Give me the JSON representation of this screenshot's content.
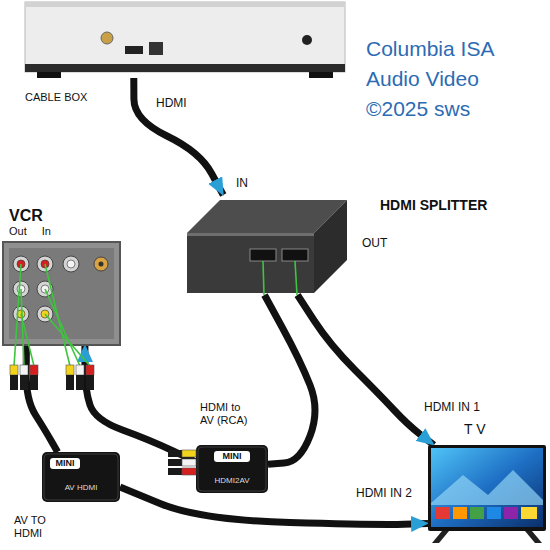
{
  "diagram": {
    "nodes": [
      {
        "text": [
          "CABLE BOX"
        ]
      },
      {
        "text": [
          "HDMI SPLITTER"
        ]
      },
      {
        "text": [
          "VCR",
          "Out In"
        ]
      },
      {
        "text": [
          "HDMI to AV (RCA)",
          "MINI",
          "HDMI2AV"
        ]
      },
      {
        "text": [
          "AV TO HDMI",
          "MINI",
          "AV HDMI"
        ]
      },
      {
        "text": [
          "T V"
        ]
      }
    ],
    "edges": [
      {
        "from": 0,
        "to": 1,
        "arrow": "to",
        "label": "HDMI"
      },
      {
        "from": 1,
        "to": 5,
        "arrow": "to",
        "label": "HDMI IN 1"
      },
      {
        "from": 1,
        "to": 3,
        "arrow": "none"
      },
      {
        "from": 3,
        "to": 2,
        "arrow": "to"
      },
      {
        "from": 2,
        "to": 4,
        "arrow": "none"
      },
      {
        "from": 4,
        "to": 5,
        "arrow": "to",
        "label": "HDMI IN 2"
      }
    ],
    "labels": [
      "Columbia ISA",
      "Audio Video",
      "©2025 sws",
      "IN",
      "OUT"
    ]
  }
}
